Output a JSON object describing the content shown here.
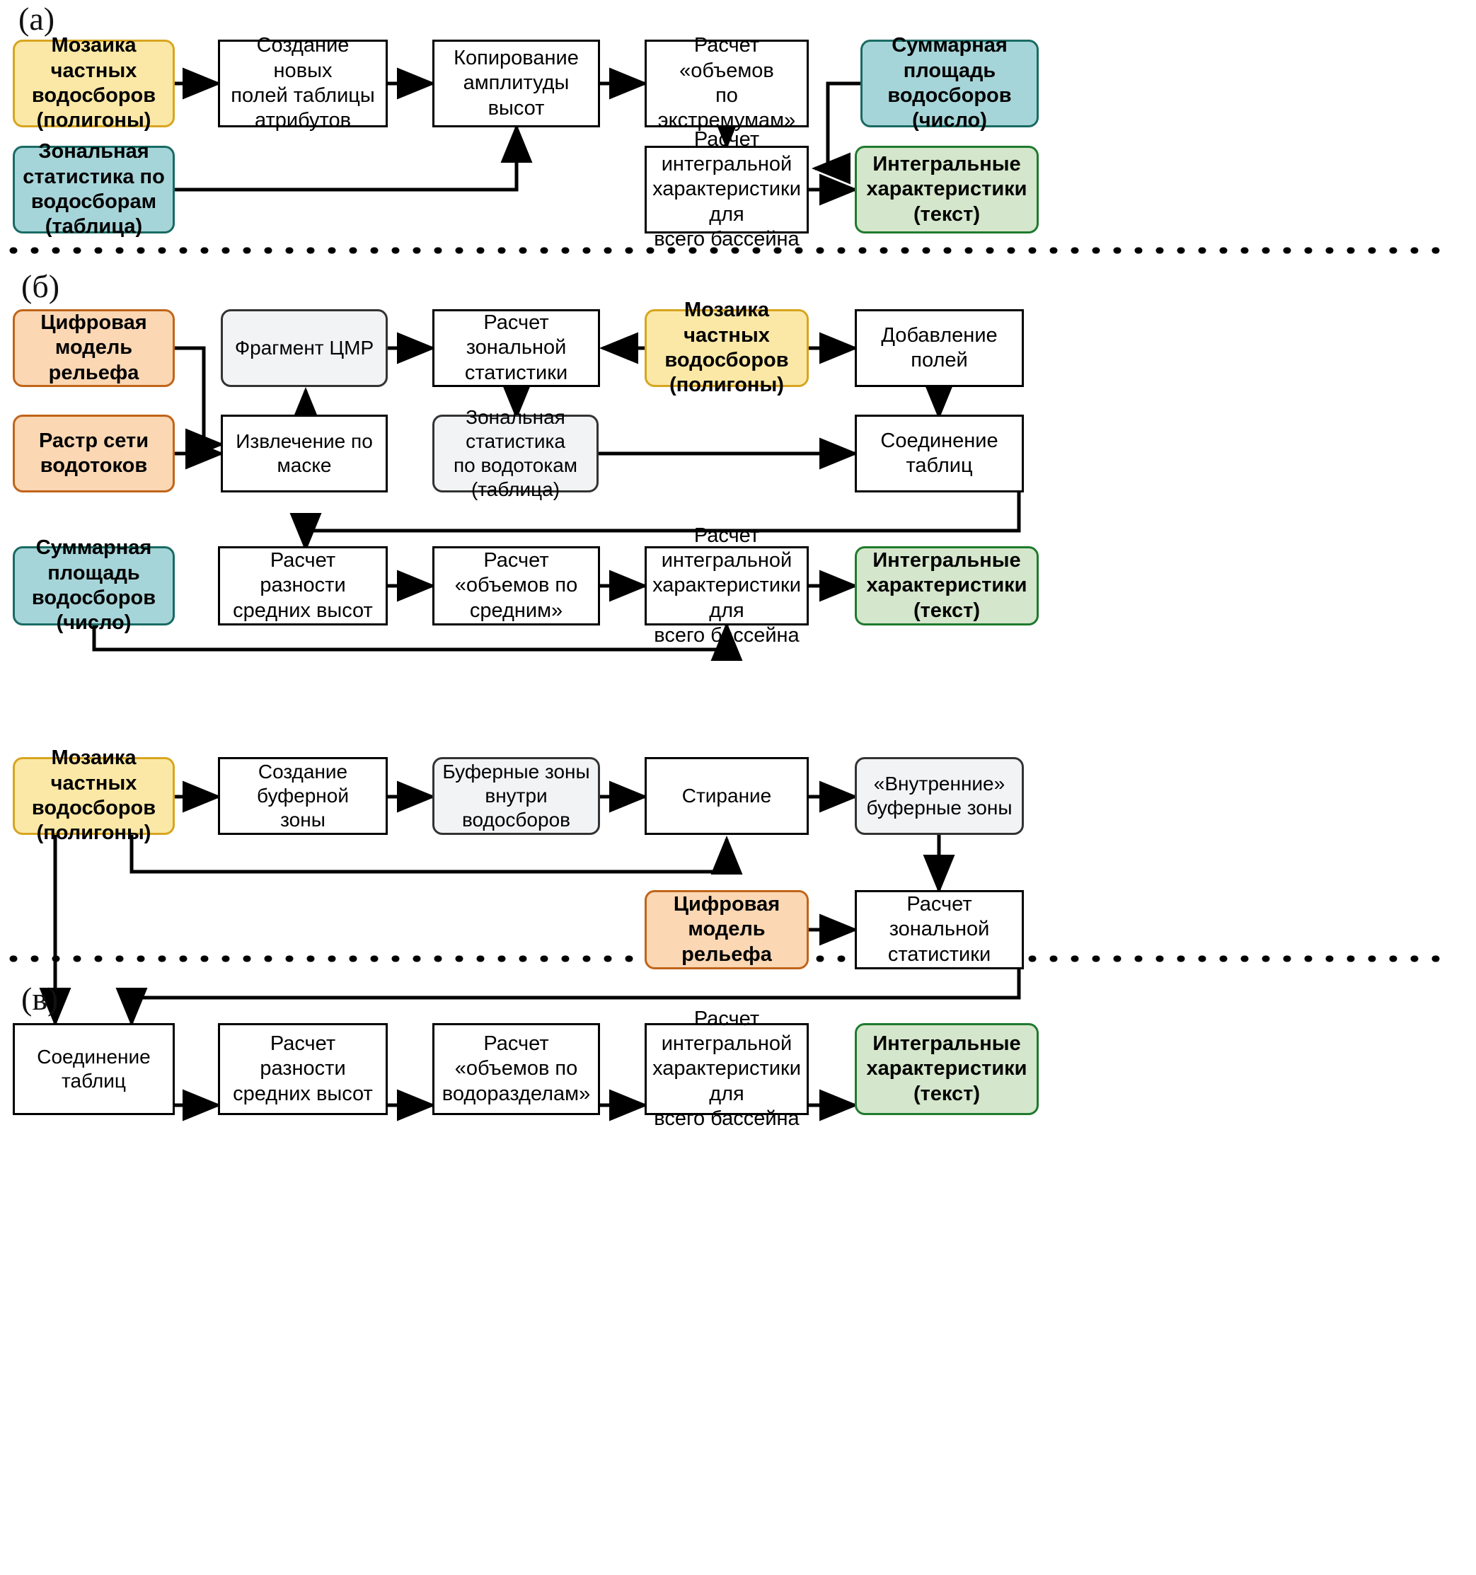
{
  "figure": {
    "type": "flowchart",
    "title": "",
    "panels": [
      {
        "id": "a",
        "label": "(а)",
        "nodes": [
          {
            "key": "a_mosaic",
            "text": "Мозаика частных\nводосборов\n(полигоны)",
            "kind": "store",
            "color": "yellow"
          },
          {
            "key": "a_newfields",
            "text": "Создание новых\nполей таблицы\nатрибутов",
            "kind": "process",
            "color": "white"
          },
          {
            "key": "a_copyampl",
            "text": "Копирование\nамплитуды высот",
            "kind": "process",
            "color": "white"
          },
          {
            "key": "a_volextr",
            "text": "Расчет «объемов\nпо экстремумам»",
            "kind": "process",
            "color": "white"
          },
          {
            "key": "a_totalarea",
            "text": "Суммарная площадь\nводосборов (число)",
            "kind": "store",
            "color": "teal"
          },
          {
            "key": "a_zonalstat",
            "text": "Зональная\nстатистика по\nводосборам\n(таблица)",
            "kind": "store",
            "color": "teal"
          },
          {
            "key": "a_integral",
            "text": "Расчет\nинтегральной\nхарактеристики для\nвсего бассейна",
            "kind": "process",
            "color": "white"
          },
          {
            "key": "a_result",
            "text": "Интегральные\nхарактеристики\n(текст)",
            "kind": "store",
            "color": "green"
          }
        ],
        "edges": [
          {
            "from": "a_mosaic",
            "to": "a_newfields"
          },
          {
            "from": "a_newfields",
            "to": "a_copyampl"
          },
          {
            "from": "a_copyampl",
            "to": "a_volextr"
          },
          {
            "from": "a_zonalstat",
            "to": "a_copyampl"
          },
          {
            "from": "a_volextr",
            "to": "a_integral"
          },
          {
            "from": "a_totalarea",
            "to": "a_integral"
          },
          {
            "from": "a_integral",
            "to": "a_result"
          }
        ]
      },
      {
        "id": "b",
        "label": "(б)",
        "nodes": [
          {
            "key": "b_dem",
            "text": "Цифровая модель\nрельефа",
            "kind": "store",
            "color": "orange"
          },
          {
            "key": "b_streamrast",
            "text": "Растр сети\nводотоков",
            "kind": "store",
            "color": "orange"
          },
          {
            "key": "b_demfrag",
            "text": "Фрагмент ЦМР",
            "kind": "store",
            "color": "grey"
          },
          {
            "key": "b_extract",
            "text": "Извлечение по маске",
            "kind": "process",
            "color": "white"
          },
          {
            "key": "b_zonalcalc",
            "text": "Расчет зональной\nстатистики",
            "kind": "process",
            "color": "white"
          },
          {
            "key": "b_zonaltab",
            "text": "Зональная статистика\nпо водотокам\n(таблица)",
            "kind": "store",
            "color": "grey"
          },
          {
            "key": "b_mosaic",
            "text": "Мозаика частных\nводосборов\n(полигоны)",
            "kind": "store",
            "color": "yellow"
          },
          {
            "key": "b_addfields",
            "text": "Добавление полей",
            "kind": "process",
            "color": "white"
          },
          {
            "key": "b_jointab",
            "text": "Соединение таблиц",
            "kind": "process",
            "color": "white"
          },
          {
            "key": "b_totalarea",
            "text": "Суммарная площадь\nводосборов (число)",
            "kind": "store",
            "color": "teal"
          },
          {
            "key": "b_diffmean",
            "text": "Расчет разности\nсредних высот",
            "kind": "process",
            "color": "white"
          },
          {
            "key": "b_volmean",
            "text": "Расчет «объемов по\nсредним»",
            "kind": "process",
            "color": "white"
          },
          {
            "key": "b_integral",
            "text": "Расчет\nинтегральной\nхарактеристики для\nвсего бассейна",
            "kind": "process",
            "color": "white"
          },
          {
            "key": "b_result",
            "text": "Интегральные\nхарактеристики\n(текст)",
            "kind": "store",
            "color": "green"
          }
        ],
        "edges": [
          {
            "from": "b_dem",
            "to": "b_extract"
          },
          {
            "from": "b_streamrast",
            "to": "b_extract"
          },
          {
            "from": "b_extract",
            "to": "b_demfrag"
          },
          {
            "from": "b_demfrag",
            "to": "b_zonalcalc"
          },
          {
            "from": "b_mosaic",
            "to": "b_zonalcalc"
          },
          {
            "from": "b_zonalcalc",
            "to": "b_zonaltab"
          },
          {
            "from": "b_mosaic",
            "to": "b_addfields"
          },
          {
            "from": "b_addfields",
            "to": "b_jointab"
          },
          {
            "from": "b_zonaltab",
            "to": "b_jointab"
          },
          {
            "from": "b_jointab",
            "to": "b_diffmean"
          },
          {
            "from": "b_diffmean",
            "to": "b_volmean"
          },
          {
            "from": "b_volmean",
            "to": "b_integral"
          },
          {
            "from": "b_totalarea",
            "to": "b_integral"
          },
          {
            "from": "b_integral",
            "to": "b_result"
          }
        ]
      },
      {
        "id": "c",
        "label": "(в)",
        "nodes": [
          {
            "key": "c_mosaic",
            "text": "Мозаика частных\nводосборов\n(полигоны)",
            "kind": "store",
            "color": "yellow"
          },
          {
            "key": "c_makebuffer",
            "text": "Создание буферной\nзоны",
            "kind": "process",
            "color": "white"
          },
          {
            "key": "c_bufzones",
            "text": "Буферные зоны\nвнутри водосборов",
            "kind": "store",
            "color": "grey"
          },
          {
            "key": "c_erase",
            "text": "Стирание",
            "kind": "process",
            "color": "white"
          },
          {
            "key": "c_innerbuf",
            "text": "«Внутренние»\nбуферные зоны",
            "kind": "store",
            "color": "grey"
          },
          {
            "key": "c_dem",
            "text": "Цифровая модель\nрельефа",
            "kind": "store",
            "color": "orange"
          },
          {
            "key": "c_zonalcalc",
            "text": "Расчет зональной\nстатистики",
            "kind": "process",
            "color": "white"
          },
          {
            "key": "c_jointab",
            "text": "Соединение таблиц",
            "kind": "process",
            "color": "white"
          },
          {
            "key": "c_diffmean",
            "text": "Расчет разности\nсредних высот",
            "kind": "process",
            "color": "white"
          },
          {
            "key": "c_volwater",
            "text": "Расчет «объемов по\nводоразделам»",
            "kind": "process",
            "color": "white"
          },
          {
            "key": "c_integral",
            "text": "Расчет\nинтегральной\nхарактеристики для\nвсего бассейна",
            "kind": "process",
            "color": "white"
          },
          {
            "key": "c_result",
            "text": "Интегральные\nхарактеристики\n(текст)",
            "kind": "store",
            "color": "green"
          }
        ],
        "edges": [
          {
            "from": "c_mosaic",
            "to": "c_makebuffer"
          },
          {
            "from": "c_makebuffer",
            "to": "c_bufzones"
          },
          {
            "from": "c_bufzones",
            "to": "c_erase"
          },
          {
            "from": "c_mosaic",
            "to": "c_erase"
          },
          {
            "from": "c_erase",
            "to": "c_innerbuf"
          },
          {
            "from": "c_innerbuf",
            "to": "c_zonalcalc"
          },
          {
            "from": "c_dem",
            "to": "c_zonalcalc"
          },
          {
            "from": "c_mosaic",
            "to": "c_jointab"
          },
          {
            "from": "c_zonalcalc",
            "to": "c_jointab"
          },
          {
            "from": "c_jointab",
            "to": "c_diffmean"
          },
          {
            "from": "c_diffmean",
            "to": "c_volwater"
          },
          {
            "from": "c_volwater",
            "to": "c_integral"
          },
          {
            "from": "c_integral",
            "to": "c_result"
          }
        ]
      }
    ],
    "colors": {
      "yellow_fill": "#fbe8a6",
      "yellow_stroke": "#d8a520",
      "teal_fill": "#a6d5d9",
      "teal_stroke": "#196b63",
      "green_fill": "#d4e6cb",
      "green_stroke": "#1f7a2e",
      "orange_fill": "#fbd7b4",
      "orange_stroke": "#c0651a",
      "grey_fill": "#f2f3f5",
      "grey_stroke": "#333333",
      "white_fill": "#ffffff",
      "white_stroke": "#000000",
      "divider": "#000000"
    }
  }
}
